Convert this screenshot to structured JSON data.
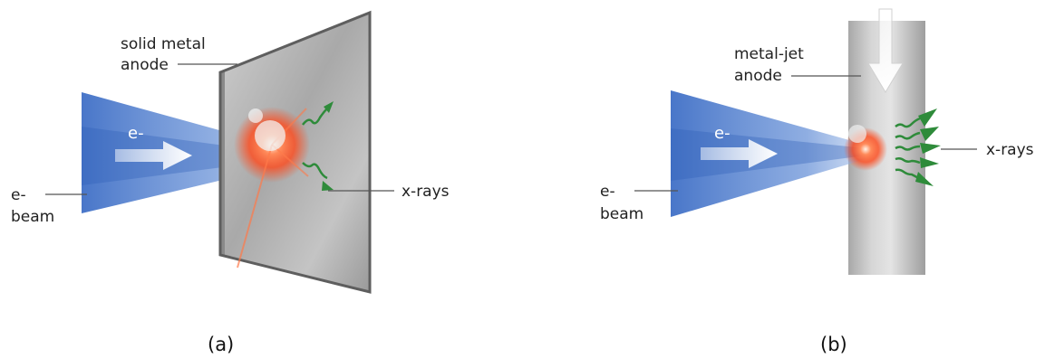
{
  "panel_a": {
    "anode_label_line1": "solid metal",
    "anode_label_line2": "anode",
    "electron_label": "e-",
    "beam_label_line1": "e-",
    "beam_label_line2": "beam",
    "xray_label": "x-rays",
    "caption": "(a)"
  },
  "panel_b": {
    "anode_label_line1": "metal-jet",
    "anode_label_line2": "anode",
    "electron_label": "e-",
    "beam_label_line1": "e-",
    "beam_label_line2": "beam",
    "xray_label": "x-rays",
    "caption": "(b)"
  },
  "colors": {
    "beam": "#4a78c8",
    "xray": "#2e8b3a",
    "hotspot": "#ff4a1c",
    "metal": "#b8b8b8"
  }
}
